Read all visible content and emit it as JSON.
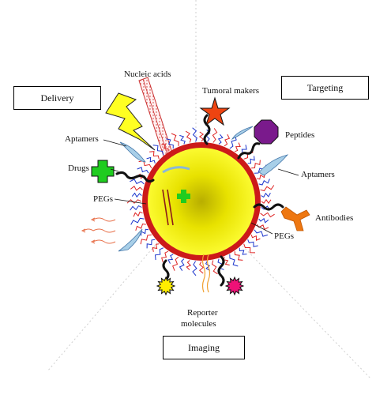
{
  "boxes": {
    "delivery": "Delivery",
    "targeting": "Targeting",
    "imaging": "Imaging"
  },
  "labels": {
    "nucleic_acids": "Nucleic acids",
    "tumoral_makers": "Tumoral makers",
    "aptamers_left": "Aptamers",
    "peptides": "Peptides",
    "drugs": "Drugs",
    "aptamers_right": "Aptamers",
    "pegs_left": "PEGs",
    "antibodies": "Antibodies",
    "pegs_right": "PEGs",
    "reporter_line1": "Reporter",
    "reporter_line2": "molecules"
  },
  "colors": {
    "core_center": "#c9c200",
    "core_edge": "#ffff33",
    "shell": "#cc1a1a",
    "lightning": "#ffff22",
    "drug": "#1fcc1f",
    "tumoral_star": "#ee4411",
    "peptide": "#7a1a8c",
    "antibody": "#ee7711",
    "aptamer": "#a8cfe8",
    "reporter_yellow": "#ffee00",
    "reporter_pink": "#ee1177",
    "red_strand": "#dd2222",
    "blue_strand": "#1a33cc"
  }
}
